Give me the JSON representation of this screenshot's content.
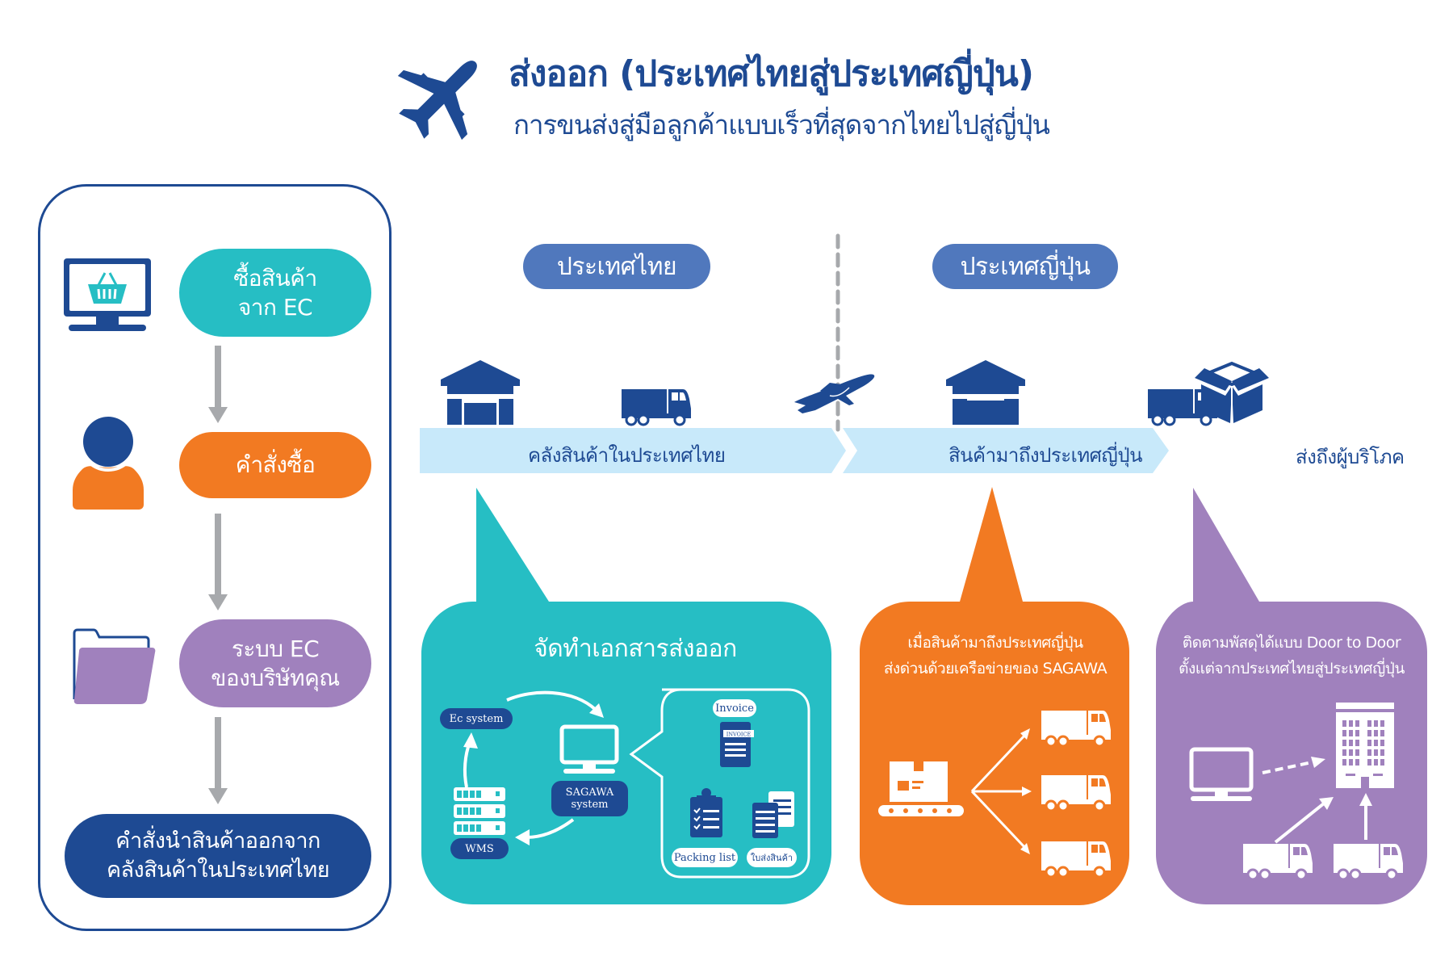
{
  "header": {
    "title": "ส่งออก (ประเทศไทยสู่ประเทศญี่ปุ่น)",
    "subtitle": "การขนส่งสู่มือลูกค้าแบบเร็วที่สุดจากไทยไปสู่ญี่ปุ่น",
    "icon": "airplane-icon"
  },
  "colors": {
    "navy": "#1e4a93",
    "teal": "#26bec4",
    "orange": "#f27a22",
    "purple": "#a081bd",
    "region_pill": "#5078bd",
    "band": "#c8e9fa",
    "arrow_gray": "#a7a9ac"
  },
  "order_flow": {
    "steps": [
      {
        "label_lines": [
          "ซื้อสินค้า",
          "จาก EC"
        ],
        "icon": "computer-basket-icon",
        "color": "#26bec4"
      },
      {
        "label_lines": [
          "คำสั่งซื้อ"
        ],
        "icon": "person-icon",
        "color": "#f27a22"
      },
      {
        "label_lines": [
          "ระบบ EC",
          "ของบริษัทคุณ"
        ],
        "icon": "folder-icon",
        "color": "#a081bd"
      },
      {
        "label_lines": [
          "คำสั่งนำสินค้าออกจาก",
          "คลังสินค้าในประเทศไทย"
        ],
        "icon": null,
        "color": "#1e4a93"
      }
    ]
  },
  "regions": {
    "thailand": "ประเทศไทย",
    "japan": "ประเทศญี่ปุ่น"
  },
  "timeline": {
    "stages": [
      {
        "label": "คลังสินค้าในประเทศไทย",
        "icons": [
          "warehouse-icon",
          "truck-icon"
        ]
      },
      {
        "label": "สินค้ามาถึงประเทศญี่ปุ่น",
        "icons": [
          "warehouse-icon",
          "truck-icon"
        ]
      },
      {
        "label": "ส่งถึงผู้บริโภค",
        "icons": [
          "open-box-icon"
        ]
      }
    ],
    "border_icon": "airplane-takeoff-icon"
  },
  "bubbles": {
    "export_docs": {
      "title": "จัดทำเอกสารส่งออก",
      "systems": {
        "ec": "Ec system",
        "sagawa_line1": "SAGAWA",
        "sagawa_line2": "system",
        "wms": "WMS"
      },
      "documents": {
        "invoice_tag": "Invoice",
        "invoice_header": "INVOICE",
        "packing_list": "Packing list",
        "delivery_note": "ใบส่งสินค้า"
      }
    },
    "japan_delivery": {
      "lines": [
        "เมื่อสินค้ามาถึงประเทศญี่ปุ่น",
        "ส่งด่วนด้วยเครือข่ายของ SAGAWA"
      ]
    },
    "tracking": {
      "lines": [
        "ติดตามพัสดุได้แบบ Door to Door",
        "ตั้งแต่จากประเทศไทยสู่ประเทศญี่ปุ่น"
      ]
    }
  }
}
